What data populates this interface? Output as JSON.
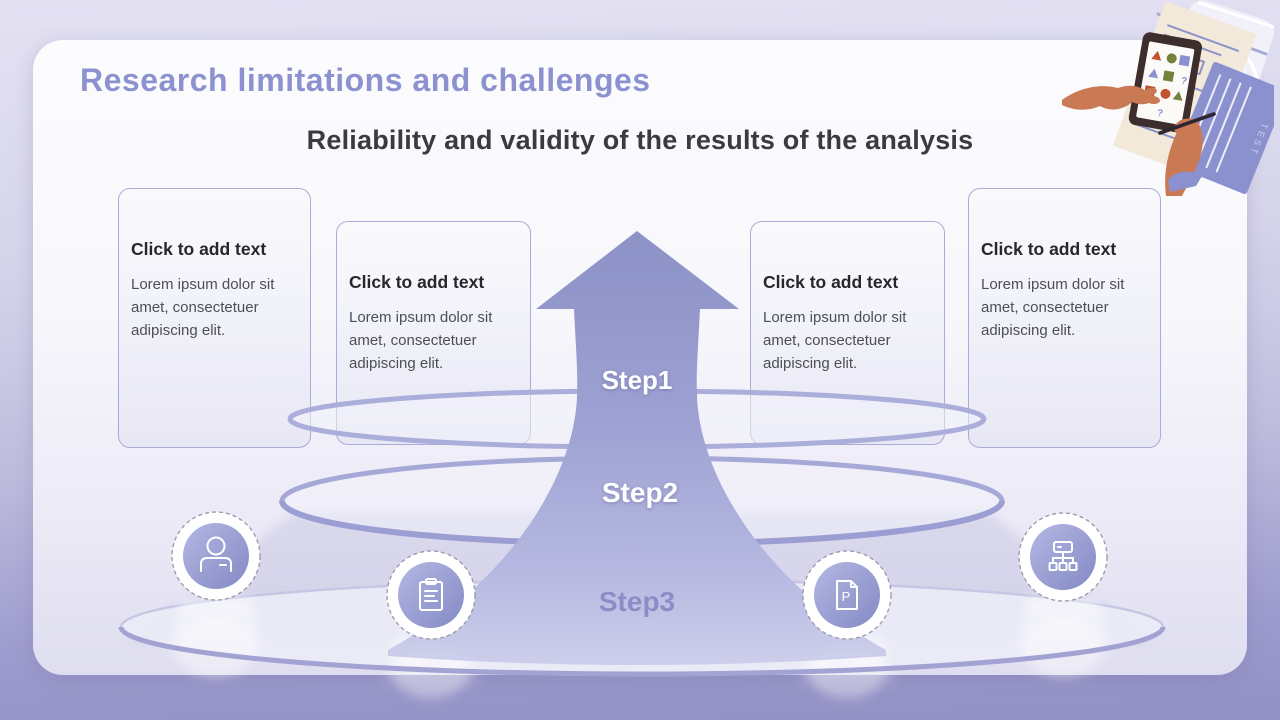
{
  "slide": {
    "title": "Research limitations and challenges",
    "subtitle": "Reliability and validity of the results of the analysis"
  },
  "cards": [
    {
      "heading": "Click to add text",
      "body": "Lorem ipsum dolor sit amet, consectetuer adipiscing elit."
    },
    {
      "heading": "Click to add text",
      "body": "Lorem ipsum dolor sit amet, consectetuer adipiscing elit."
    },
    {
      "heading": "Click to add text",
      "body": "Lorem ipsum dolor sit amet, consectetuer adipiscing elit."
    },
    {
      "heading": "Click to add text",
      "body": "Lorem ipsum dolor sit amet, consectetuer adipiscing elit."
    }
  ],
  "steps": [
    {
      "label": "Step1"
    },
    {
      "label": "Step2"
    },
    {
      "label": "Step3"
    }
  ],
  "icons": {
    "circle_icons": [
      "user-icon",
      "clipboard-icon",
      "document-p-icon",
      "org-chart-icon"
    ],
    "document_letter": "P"
  },
  "illustration": {
    "test_label": "TEST"
  },
  "colors": {
    "title_purple": "#8c92cf",
    "subtitle_dark": "#3a3a40",
    "arrow_purple": "#979cd0",
    "ring_purple": "#a6a8d8",
    "icon_circle_purple": "#8f94cb",
    "outer_background_bottom": "#9391c4"
  }
}
